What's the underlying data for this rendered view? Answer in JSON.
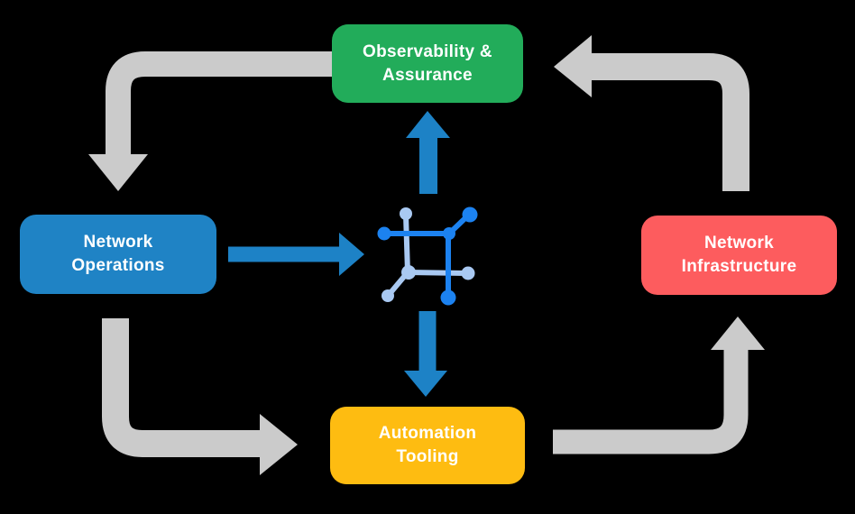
{
  "diagram": {
    "background": "#000000",
    "node_text_color": "#FFFFFF",
    "nodes": [
      {
        "id": "observability-assurance",
        "label": "Observability &\nAssurance",
        "color": "#22AC5A"
      },
      {
        "id": "network-operations",
        "label": "Network\nOperations",
        "color": "#1F83C5"
      },
      {
        "id": "network-infrastructure",
        "label": "Network\nInfrastructure",
        "color": "#FD5C5E"
      },
      {
        "id": "automation-tooling",
        "label": "Automation\nTooling",
        "color": "#FEBC11"
      }
    ],
    "arrows": {
      "cycle_color": "#CBCBCB",
      "flow_color": "#1D82C6",
      "cycle": [
        "observability-assurance -> network-operations",
        "network-operations -> automation-tooling",
        "automation-tooling -> network-infrastructure",
        "network-infrastructure -> observability-assurance"
      ],
      "flows": [
        "network-operations -> center-icon",
        "center-icon -> observability-assurance",
        "center-icon -> automation-tooling"
      ]
    },
    "center_icon": {
      "name": "network-automation-icon",
      "primary_color": "#1C82F0",
      "secondary_color": "#A9C9F2"
    }
  }
}
